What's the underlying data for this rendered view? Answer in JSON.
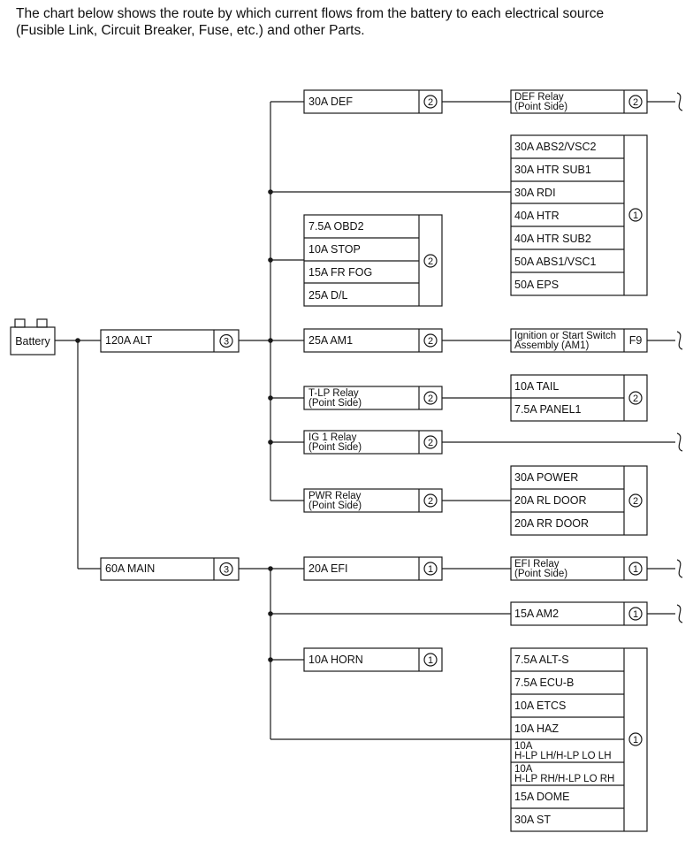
{
  "intro": {
    "line1": "The chart below shows the route by which current flows from the battery to each electrical source",
    "line2": "(Fusible Link, Circuit Breaker, Fuse, etc.) and other Parts."
  },
  "battery": {
    "label": "Battery"
  },
  "links": {
    "alt": {
      "label": "120A ALT",
      "num": "3"
    },
    "main": {
      "label": "60A MAIN",
      "num": "3"
    }
  },
  "alt_branch": {
    "def": {
      "label": "30A DEF",
      "num": "2"
    },
    "obd_group": {
      "items": [
        "7.5A OBD2",
        "10A STOP",
        "15A FR FOG",
        "25A D/L"
      ],
      "num": "2"
    },
    "am1": {
      "label": "25A AM1",
      "num": "2"
    },
    "tlp": {
      "line1": "T-LP Relay",
      "line2": "(Point Side)",
      "num": "2"
    },
    "ig1": {
      "line1": "IG 1 Relay",
      "line2": "(Point Side)",
      "num": "2"
    },
    "pwr": {
      "line1": "PWR Relay",
      "line2": "(Point Side)",
      "num": "2"
    }
  },
  "main_branch": {
    "efi": {
      "label": "20A EFI",
      "num": "1"
    },
    "horn": {
      "label": "10A HORN",
      "num": "1"
    }
  },
  "right": {
    "def_relay": {
      "line1": "DEF Relay",
      "line2": "(Point Side)",
      "num": "2"
    },
    "abs_group": {
      "items": [
        "30A ABS2/VSC2",
        "30A HTR SUB1",
        "30A RDI",
        "40A HTR",
        "40A HTR SUB2",
        "50A ABS1/VSC1",
        "50A EPS"
      ],
      "num": "1"
    },
    "ign_switch": {
      "line1": "Ignition or Start Switch",
      "line2": "Assembly (AM1)",
      "code": "F9"
    },
    "tail_group": {
      "items": [
        "10A TAIL",
        "7.5A PANEL1"
      ],
      "num": "2"
    },
    "power_group": {
      "items": [
        "30A POWER",
        "20A RL DOOR",
        "20A RR DOOR"
      ],
      "num": "2"
    },
    "efi_relay": {
      "line1": "EFI Relay",
      "line2": "(Point Side)",
      "num": "1"
    },
    "am2": {
      "label": "15A AM2",
      "num": "1"
    },
    "alt_s_group": {
      "items": [
        "7.5A ALT-S",
        "7.5A ECU-B",
        "10A ETCS",
        "10A HAZ"
      ],
      "hlp_lh": {
        "line1": "10A",
        "line2": "H-LP LH/H-LP LO LH"
      },
      "hlp_rh": {
        "line1": "10A",
        "line2": "H-LP RH/H-LP LO RH"
      },
      "items_tail": [
        "15A DOME",
        "30A ST"
      ],
      "num": "1"
    }
  }
}
